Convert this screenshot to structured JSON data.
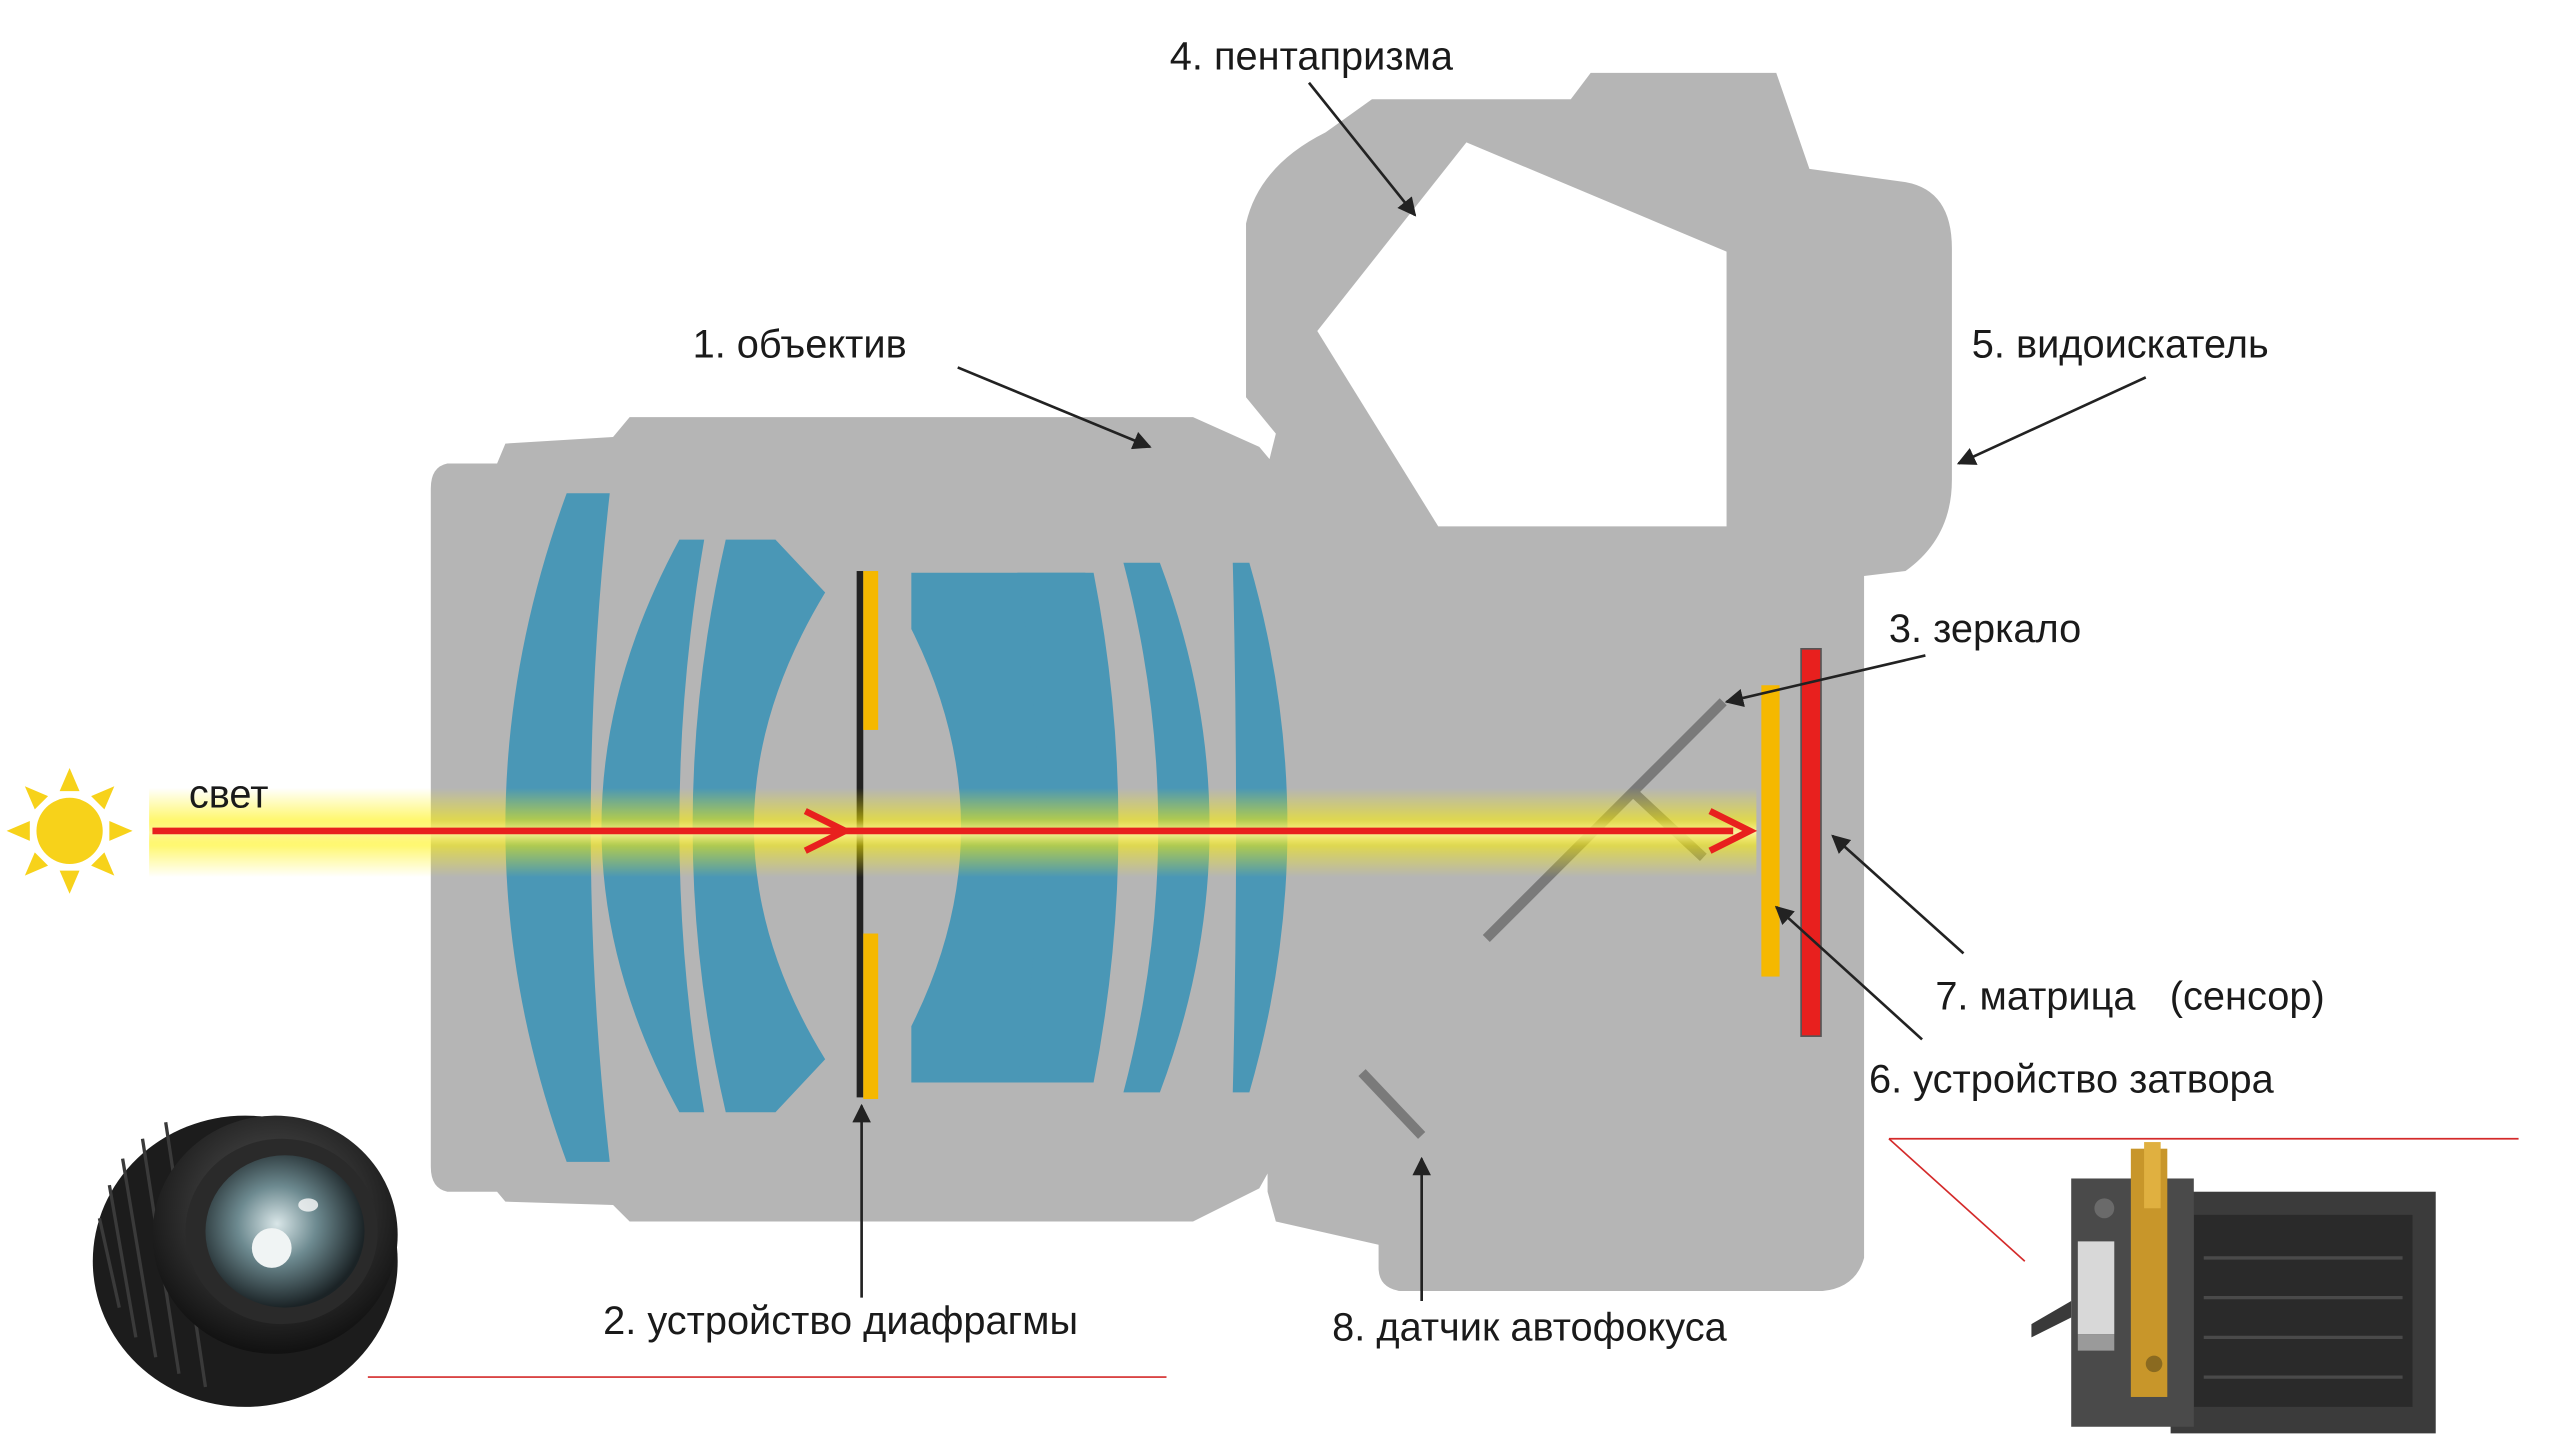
{
  "labels": {
    "light": "свет",
    "lens": "1. объектив",
    "aperture": "2. устройство диафрагмы",
    "mirror": "3. зеркало",
    "pentaprism": "4. пентапризма",
    "viewfinder": "5. видоискатель",
    "shutter": "6. устройство затвора",
    "sensor_main": "7. матрица",
    "sensor_note": "(сенсор)",
    "autofocus": "8. датчик автофокуса"
  },
  "colors": {
    "body": "#b5b5b5",
    "glass": "#4a97b6",
    "aperture_blade": "#f5b800",
    "shutter": "#f5b800",
    "sensor": "#e8201e",
    "light_beam": "#e8201e",
    "glow": "#fff200",
    "sun": "#f7d21a",
    "accent_line": "#d42a2a",
    "leader": "#222222"
  },
  "icons": {
    "sun": "sun-icon",
    "lens_photo": "camera-lens-photo",
    "shutter_photo": "shutter-unit-photo"
  }
}
